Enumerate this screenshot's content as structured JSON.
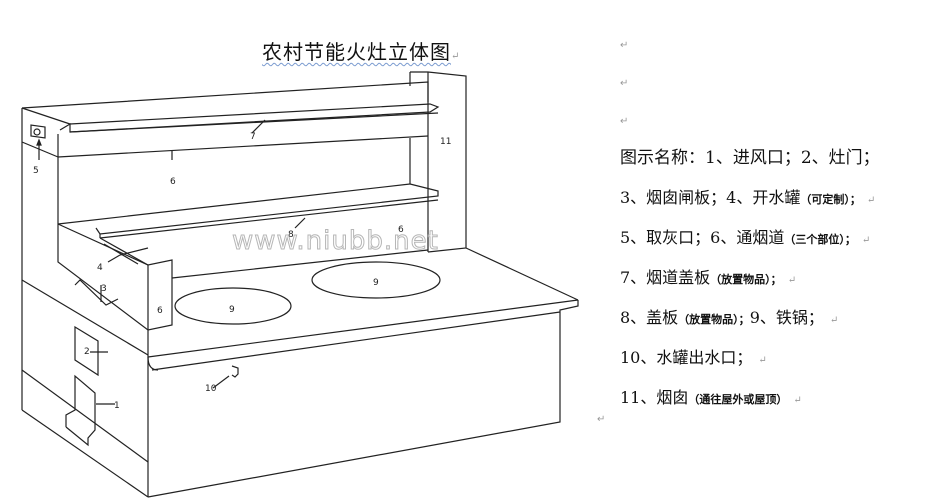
{
  "title": {
    "text": "农村节能火灶立体图"
  },
  "paragraph_mark": "↵",
  "watermark": "www.niubb.net",
  "diagram_labels": {
    "l1": "1",
    "l2": "2",
    "l3": "3",
    "l4": "4",
    "l5": "5",
    "l6a": "6",
    "l6b": "6",
    "l6c": "6",
    "l7": "7",
    "l8": "8",
    "l9a": "9",
    "l9b": "9",
    "l10": "10",
    "l11": "11"
  },
  "legend": {
    "rows": [
      {
        "main": "图示名称：1、进风口；2、灶门；",
        "note": ""
      },
      {
        "main": "3、烟囱闸板；4、开水罐",
        "note": "（可定制）；"
      },
      {
        "main": "5、取灰口；6、通烟道",
        "note": "（三个部位）；"
      },
      {
        "main": "7、烟道盖板",
        "note": "（放置物品）；"
      },
      {
        "main": "8、盖板",
        "note": "（放置物品）；",
        "tail": "9、铁锅；"
      },
      {
        "main": "10、水罐出水口；",
        "note": ""
      },
      {
        "main": "11、烟囱",
        "note": "（通往屋外或屋顶）"
      }
    ]
  }
}
